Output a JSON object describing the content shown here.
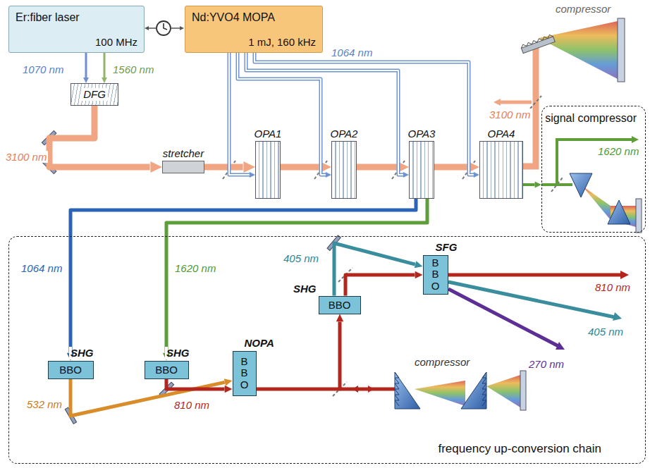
{
  "diagram": {
    "nodes": [
      {
        "text": [
          "Er:fiber laser",
          "100 MHz"
        ]
      },
      {
        "text": [
          "Nd:YVO4 MOPA",
          "1 mJ, 160 kHz"
        ]
      },
      {
        "text": [
          "DFG"
        ]
      },
      {
        "text": [
          "stretcher"
        ]
      },
      {
        "text": [
          "OPA1"
        ]
      },
      {
        "text": [
          "OPA2"
        ]
      },
      {
        "text": [
          "OPA3"
        ]
      },
      {
        "text": [
          "OPA4"
        ]
      },
      {
        "text": [
          "signal compressor"
        ]
      },
      {
        "text": [
          "frequency up-conversion chain"
        ]
      },
      {
        "text": [
          "SHG",
          "BBO"
        ],
        "in": 9
      },
      {
        "text": [
          "SHG",
          "BBO"
        ],
        "in": 9
      },
      {
        "text": [
          "NOPA",
          "BBO"
        ],
        "in": 9
      },
      {
        "text": [
          "SHG",
          "BBO"
        ],
        "in": 9
      },
      {
        "text": [
          "SFG",
          "BBO"
        ],
        "in": 9
      }
    ],
    "edges": [
      {
        "from": 0,
        "to": 2,
        "arrow": "to",
        "label": "1070 nm"
      },
      {
        "from": 0,
        "to": 2,
        "arrow": "to",
        "label": "1560 nm"
      },
      {
        "from": 2,
        "to": 3,
        "arrow": "to",
        "label": "3100 nm"
      },
      {
        "from": 3,
        "to": 4,
        "arrow": "to"
      },
      {
        "from": 4,
        "to": 5,
        "arrow": "to"
      },
      {
        "from": 5,
        "to": 6,
        "arrow": "to"
      },
      {
        "from": 6,
        "to": 7,
        "arrow": "to"
      },
      {
        "from": 1,
        "to": 4,
        "arrow": "to",
        "label": "1064 nm"
      },
      {
        "from": 1,
        "to": 5,
        "arrow": "to"
      },
      {
        "from": 1,
        "to": 6,
        "arrow": "to"
      },
      {
        "from": 1,
        "to": 7,
        "arrow": "to"
      },
      {
        "from": 7,
        "to": 8,
        "arrow": "to"
      },
      {
        "from": 6,
        "to": 10,
        "arrow": "to",
        "label": "1064 nm"
      },
      {
        "from": 6,
        "to": 11,
        "arrow": "to",
        "label": "1620 nm"
      },
      {
        "from": 10,
        "to": 12,
        "arrow": "to",
        "label": "532 nm"
      },
      {
        "from": 11,
        "to": 12,
        "arrow": "to",
        "label": "810 nm"
      },
      {
        "from": 12,
        "to": 13,
        "arrow": "to"
      },
      {
        "from": 13,
        "to": 14,
        "arrow": "to"
      },
      {
        "from": 13,
        "to": 14,
        "arrow": "to",
        "label": "405 nm"
      }
    ],
    "labels": [
      "compressor",
      "3100 nm",
      "1620 nm",
      "compressor",
      "810 nm",
      "405 nm",
      "270 nm"
    ]
  }
}
